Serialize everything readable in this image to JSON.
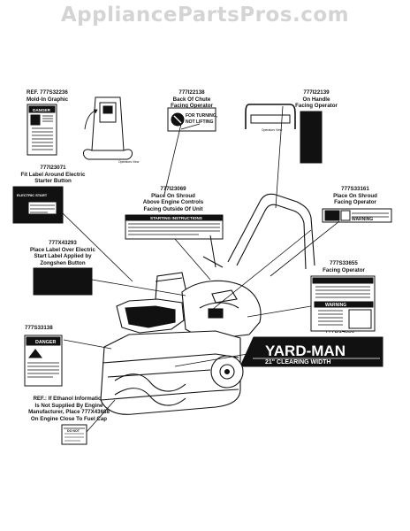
{
  "watermark": "AppliancePartsPros.com",
  "captions": [
    {
      "part": "REF. 777S32236",
      "desc": [
        "Mold-In Graphic"
      ]
    },
    {
      "part": "777I22138",
      "desc": [
        "Back Of Chute",
        "Facing Operator"
      ]
    },
    {
      "part": "777I22139",
      "desc": [
        "On Handle",
        "Facing Operator"
      ]
    },
    {
      "part": "777I23071",
      "desc": [
        "Fit Label Around Electric",
        "Starter Button"
      ]
    },
    {
      "part": "777I23069",
      "desc": [
        "Place On Shroud",
        "Above Engine Controls",
        "Facing Outside Of Unit"
      ]
    },
    {
      "part": "777S33161",
      "desc": [
        "Place On Shroud",
        "Facing Operator"
      ]
    },
    {
      "part": "777X43293",
      "desc": [
        "Place Label Over Electric",
        "Start Label Applied by",
        "Zongshen Button"
      ]
    },
    {
      "part": "777S33655",
      "desc": [
        "Facing Operator"
      ]
    },
    {
      "part": "777S33138",
      "desc": []
    },
    {
      "part": "777D14856",
      "desc": []
    },
    {
      "part": "",
      "desc": [
        "REF.: If Ethanol Information",
        "Is Not Supplied By Engine",
        "Manufacturer, Place 777X43688",
        "On Engine Close To Fuel Cap"
      ]
    }
  ],
  "labels": {
    "danger": "DANGER",
    "for_turning": "FOR TURNING,",
    "not_lifting": "NOT LIFTING",
    "operators_view": "Operators View",
    "electric_start": "ELECTRIC START",
    "starting_instructions": "STARTING INSTRUCTIONS",
    "warning": "WARNING",
    "yardman_logo": "YARD-MAN",
    "clearing_width": "21\" CLEARING WIDTH",
    "do_not": "DO NOT"
  }
}
